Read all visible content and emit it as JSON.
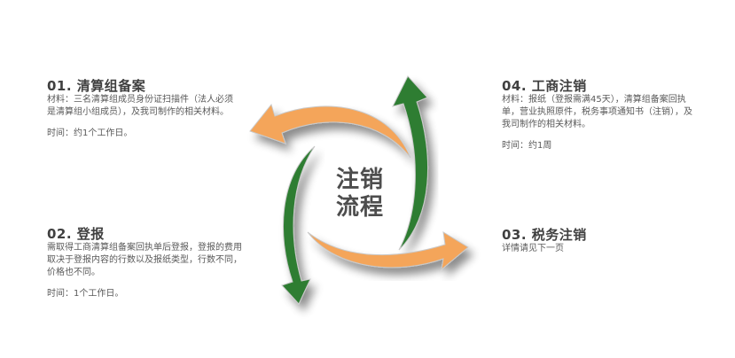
{
  "center": {
    "line1": "注销",
    "line2": "流程"
  },
  "colors": {
    "orange": "#F4A55A",
    "green": "#2E7D32",
    "heading": "#404040",
    "body": "#595959"
  },
  "steps": {
    "s1": {
      "title": "01.  清算组备案",
      "materials": "材料：三名清算组成员身份证扫描件（法人必须是清算组小组成员），及我司制作的相关材料。",
      "time": "时间：约1个工作日。"
    },
    "s2": {
      "title": "02.  登报",
      "materials": "需取得工商清算组备案回执单后登报，登报的费用取决于登报内容的行数以及报纸类型，行数不同，价格也不同。",
      "time": "时间：1个工作日。"
    },
    "s3": {
      "title": "03.  税务注销",
      "materials": "详情请见下一页"
    },
    "s4": {
      "title": "04.  工商注销",
      "materials": "材料：报纸（登报需满45天），清算组备案回执单，营业执照原件，税务事项通知书（注销），及我司制作的相关材料。",
      "time": "时间：约1周"
    }
  },
  "icons": {
    "arrows": [
      "orange-arrow-left",
      "green-arrow-up",
      "orange-arrow-right",
      "green-arrow-down"
    ]
  }
}
